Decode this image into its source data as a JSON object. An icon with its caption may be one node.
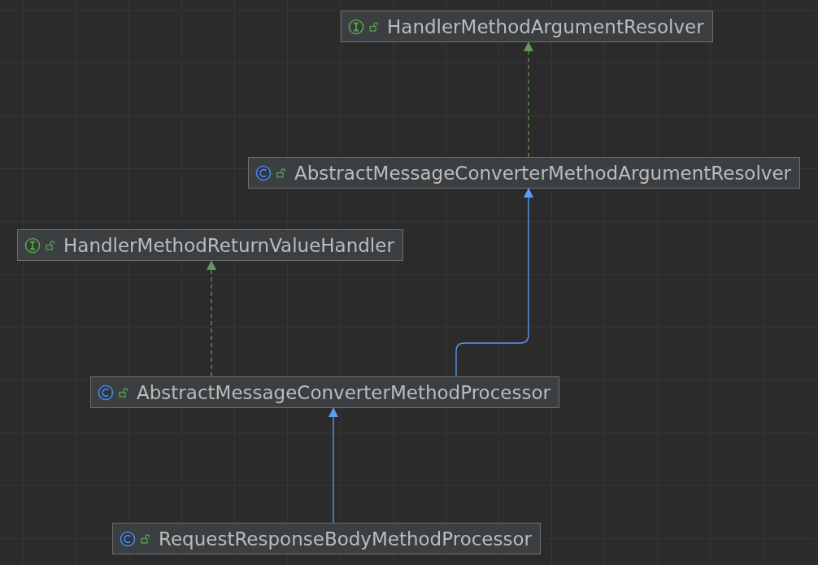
{
  "diagram": {
    "nodes": [
      {
        "text": [
          "HandlerMethodArgumentResolver"
        ]
      },
      {
        "text": [
          "AbstractMessageConverterMethodArgumentResolver"
        ]
      },
      {
        "text": [
          "HandlerMethodReturnValueHandler"
        ]
      },
      {
        "text": [
          "AbstractMessageConverterMethodProcessor"
        ]
      },
      {
        "text": [
          "RequestResponseBodyMethodProcessor"
        ]
      }
    ],
    "edges": [
      {
        "from": 1,
        "to": 0,
        "arrow": "to",
        "style": "dashed",
        "color": "#629755"
      },
      {
        "from": 3,
        "to": 2,
        "arrow": "to",
        "style": "dashed",
        "color": "#629755"
      },
      {
        "from": 3,
        "to": 1,
        "arrow": "to",
        "color": "#589df6"
      },
      {
        "from": 4,
        "to": 3,
        "arrow": "to",
        "color": "#589df6"
      }
    ]
  }
}
